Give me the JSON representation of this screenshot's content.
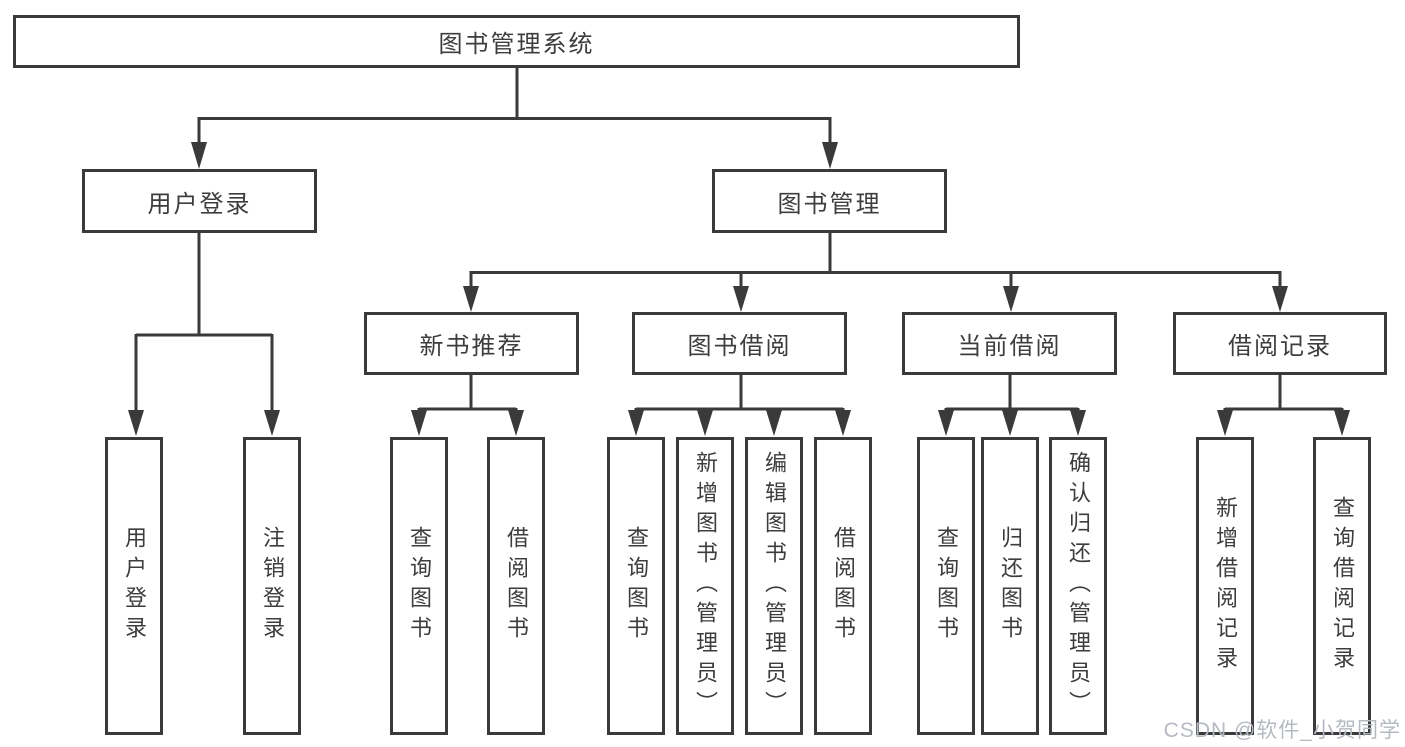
{
  "diagram": {
    "title_node": {
      "label": "图书管理系统"
    },
    "level2": [
      {
        "label": "用户登录"
      },
      {
        "label": "图书管理"
      }
    ],
    "level3": [
      {
        "label": "新书推荐"
      },
      {
        "label": "图书借阅"
      },
      {
        "label": "当前借阅"
      },
      {
        "label": "借阅记录"
      }
    ],
    "leaves": [
      {
        "label": "用户登录"
      },
      {
        "label": "注销登录"
      },
      {
        "label": "查询图书"
      },
      {
        "label": "借阅图书"
      },
      {
        "label": "查询图书"
      },
      {
        "label": "新增图书（管理员）"
      },
      {
        "label": "编辑图书（管理员）"
      },
      {
        "label": "借阅图书"
      },
      {
        "label": "查询图书"
      },
      {
        "label": "归还图书"
      },
      {
        "label": "确认归还（管理员）"
      },
      {
        "label": "新增借阅记录"
      },
      {
        "label": "查询借阅记录"
      }
    ],
    "line_color": "#3a3a3a"
  },
  "watermark": {
    "text": "CSDN @软件_小贺同学",
    "color": "#b5bac2"
  }
}
